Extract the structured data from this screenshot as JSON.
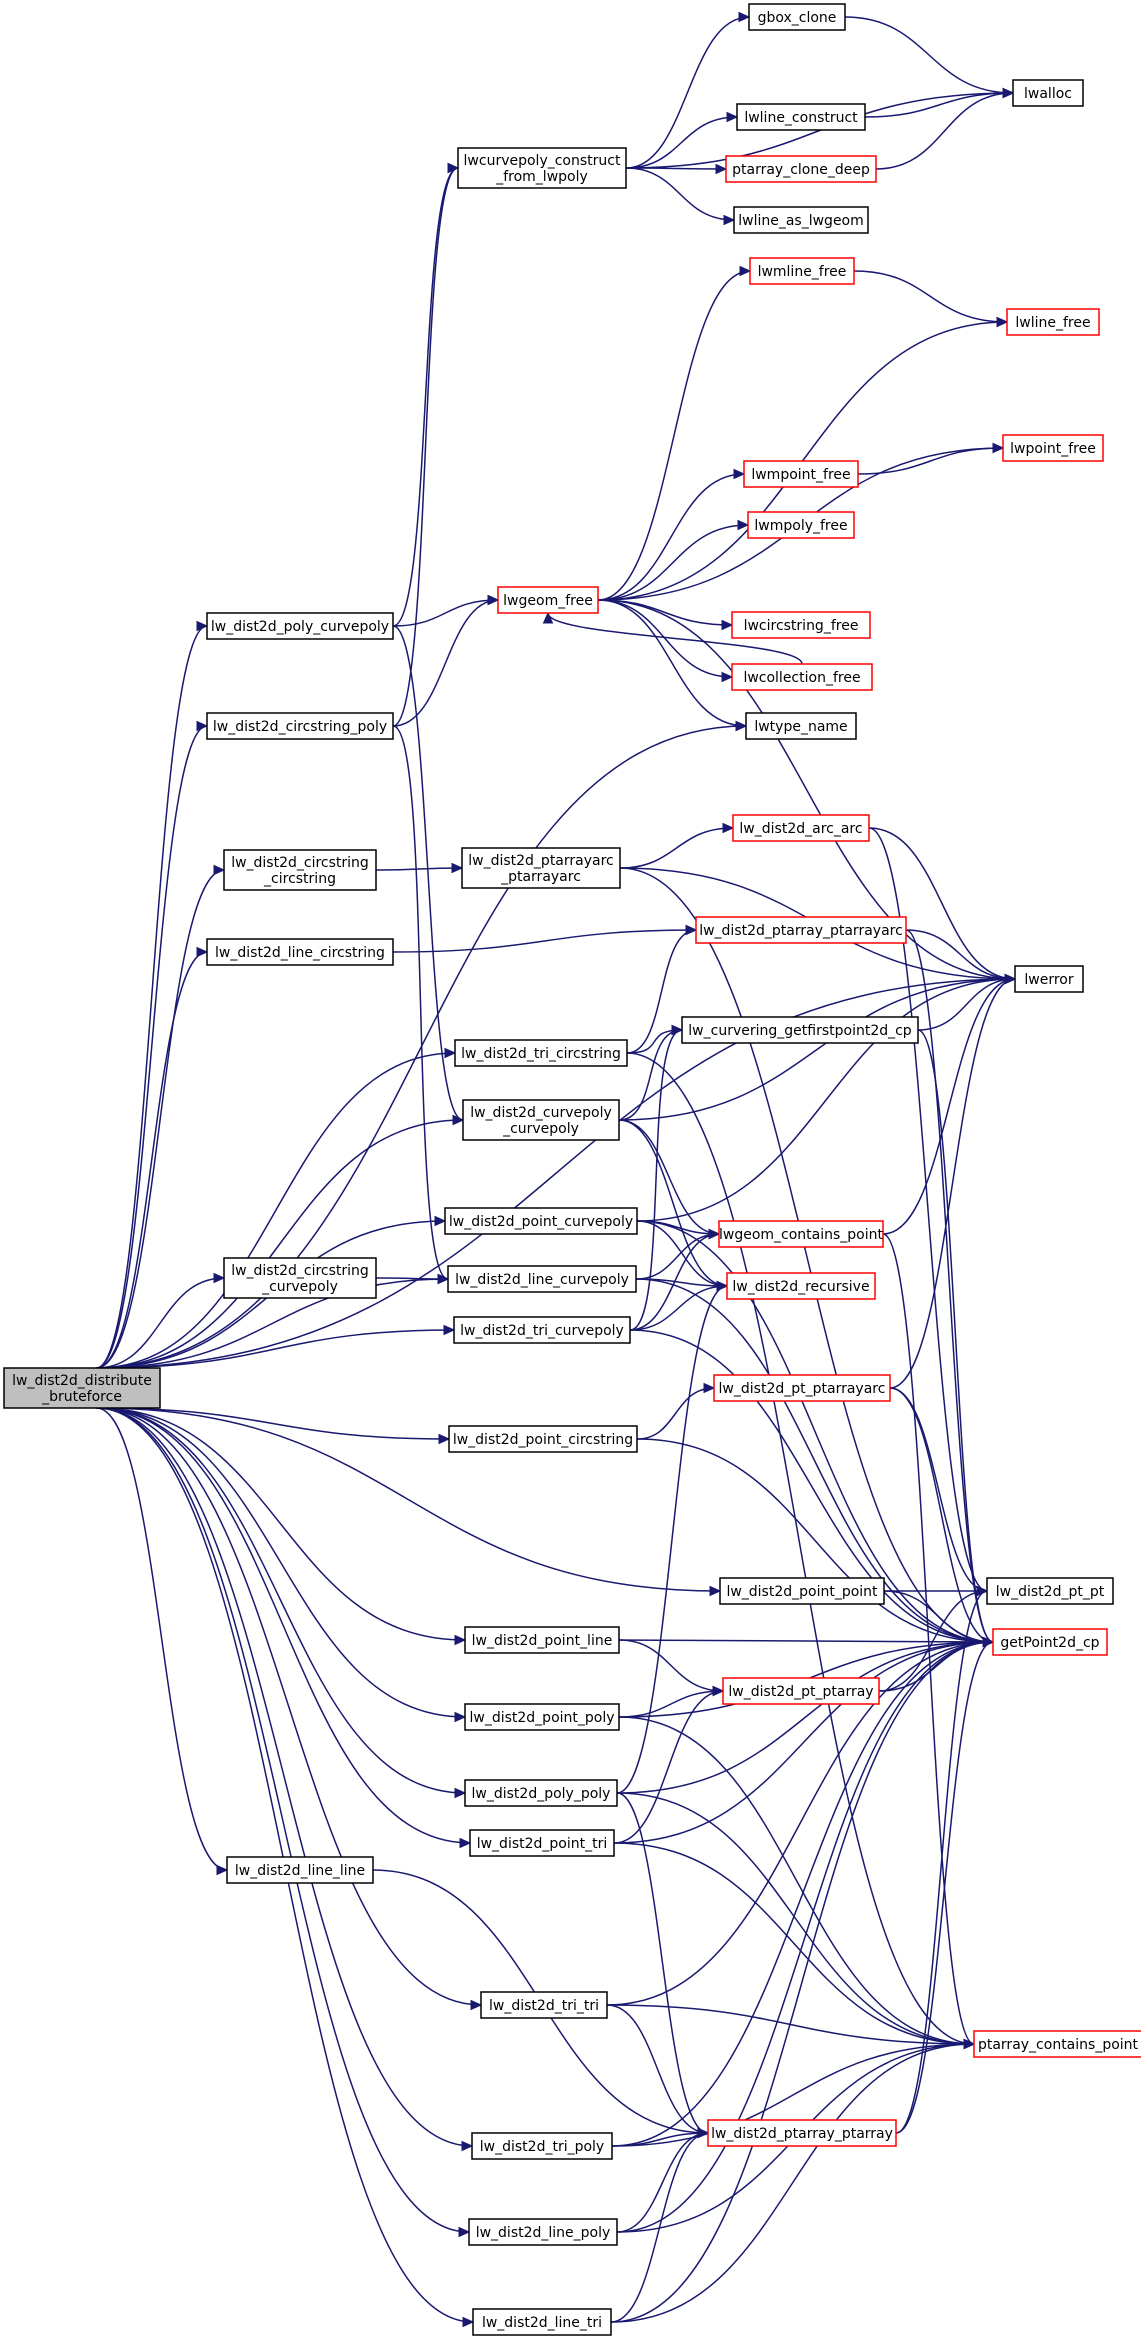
{
  "diagram": {
    "type": "call-graph",
    "edge_color": "#191970",
    "border_colors": {
      "normal": "#000000",
      "truncated": "#ff0000"
    },
    "root_fill": "#bfbfbf",
    "nodes": {
      "root": {
        "lines": [
          "lw_dist2d_distribute",
          "_bruteforce"
        ]
      },
      "gbox_clone": {
        "lines": [
          "gbox_clone"
        ]
      },
      "lwalloc": {
        "lines": [
          "lwalloc"
        ]
      },
      "lwline_construct": {
        "lines": [
          "lwline_construct"
        ]
      },
      "lwcurvepoly_construct": {
        "lines": [
          "lwcurvepoly_construct",
          "_from_lwpoly"
        ]
      },
      "ptarray_clone_deep": {
        "lines": [
          "ptarray_clone_deep"
        ]
      },
      "lwline_as_lwgeom": {
        "lines": [
          "lwline_as_lwgeom"
        ]
      },
      "lwmline_free": {
        "lines": [
          "lwmline_free"
        ]
      },
      "lwline_free": {
        "lines": [
          "lwline_free"
        ]
      },
      "lwpoint_free": {
        "lines": [
          "lwpoint_free"
        ]
      },
      "lwmpoint_free": {
        "lines": [
          "lwmpoint_free"
        ]
      },
      "lwmpoly_free": {
        "lines": [
          "lwmpoly_free"
        ]
      },
      "lwgeom_free": {
        "lines": [
          "lwgeom_free"
        ]
      },
      "lw_dist2d_poly_curvepoly": {
        "lines": [
          "lw_dist2d_poly_curvepoly"
        ]
      },
      "lwcircstring_free": {
        "lines": [
          "lwcircstring_free"
        ]
      },
      "lwcollection_free": {
        "lines": [
          "lwcollection_free"
        ]
      },
      "lw_dist2d_circstring_poly": {
        "lines": [
          "lw_dist2d_circstring_poly"
        ]
      },
      "lwtype_name": {
        "lines": [
          "lwtype_name"
        ]
      },
      "lw_dist2d_arc_arc": {
        "lines": [
          "lw_dist2d_arc_arc"
        ]
      },
      "lw_dist2d_circstring_circstring": {
        "lines": [
          "lw_dist2d_circstring",
          "_circstring"
        ]
      },
      "lw_dist2d_ptarrayarc_ptarrayarc": {
        "lines": [
          "lw_dist2d_ptarrayarc",
          "_ptarrayarc"
        ]
      },
      "lw_dist2d_line_circstring": {
        "lines": [
          "lw_dist2d_line_circstring"
        ]
      },
      "lw_dist2d_ptarray_ptarrayarc": {
        "lines": [
          "lw_dist2d_ptarray_ptarrayarc"
        ]
      },
      "lwerror": {
        "lines": [
          "lwerror"
        ]
      },
      "lw_dist2d_tri_circstring": {
        "lines": [
          "lw_dist2d_tri_circstring"
        ]
      },
      "lw_curvering_getfirstpoint2d_cp": {
        "lines": [
          "lw_curvering_getfirstpoint2d_cp"
        ]
      },
      "lw_dist2d_curvepoly_curvepoly": {
        "lines": [
          "lw_dist2d_curvepoly",
          "_curvepoly"
        ]
      },
      "lw_dist2d_point_curvepoly": {
        "lines": [
          "lw_dist2d_point_curvepoly"
        ]
      },
      "lwgeom_contains_point": {
        "lines": [
          "lwgeom_contains_point"
        ]
      },
      "lw_dist2d_circstring_curvepoly": {
        "lines": [
          "lw_dist2d_circstring",
          "_curvepoly"
        ]
      },
      "lw_dist2d_line_curvepoly": {
        "lines": [
          "lw_dist2d_line_curvepoly"
        ]
      },
      "lw_dist2d_recursive": {
        "lines": [
          "lw_dist2d_recursive"
        ]
      },
      "lw_dist2d_tri_curvepoly": {
        "lines": [
          "lw_dist2d_tri_curvepoly"
        ]
      },
      "lw_dist2d_pt_ptarrayarc": {
        "lines": [
          "lw_dist2d_pt_ptarrayarc"
        ]
      },
      "lw_dist2d_point_circstring": {
        "lines": [
          "lw_dist2d_point_circstring"
        ]
      },
      "lw_dist2d_point_point": {
        "lines": [
          "lw_dist2d_point_point"
        ]
      },
      "lw_dist2d_pt_pt": {
        "lines": [
          "lw_dist2d_pt_pt"
        ]
      },
      "lw_dist2d_point_line": {
        "lines": [
          "lw_dist2d_point_line"
        ]
      },
      "getPoint2d_cp": {
        "lines": [
          "getPoint2d_cp"
        ]
      },
      "lw_dist2d_point_poly": {
        "lines": [
          "lw_dist2d_point_poly"
        ]
      },
      "lw_dist2d_pt_ptarray": {
        "lines": [
          "lw_dist2d_pt_ptarray"
        ]
      },
      "lw_dist2d_poly_poly": {
        "lines": [
          "lw_dist2d_poly_poly"
        ]
      },
      "lw_dist2d_point_tri": {
        "lines": [
          "lw_dist2d_point_tri"
        ]
      },
      "lw_dist2d_line_line": {
        "lines": [
          "lw_dist2d_line_line"
        ]
      },
      "lw_dist2d_tri_tri": {
        "lines": [
          "lw_dist2d_tri_tri"
        ]
      },
      "ptarray_contains_point": {
        "lines": [
          "ptarray_contains_point"
        ]
      },
      "lw_dist2d_tri_poly": {
        "lines": [
          "lw_dist2d_tri_poly"
        ]
      },
      "lw_dist2d_ptarray_ptarray": {
        "lines": [
          "lw_dist2d_ptarray_ptarray"
        ]
      },
      "lw_dist2d_line_poly": {
        "lines": [
          "lw_dist2d_line_poly"
        ]
      },
      "lw_dist2d_line_tri": {
        "lines": [
          "lw_dist2d_line_tri"
        ]
      }
    },
    "edges": [
      [
        "root",
        "lw_dist2d_poly_curvepoly"
      ],
      [
        "root",
        "lw_dist2d_circstring_poly"
      ],
      [
        "root",
        "lw_dist2d_circstring_circstring"
      ],
      [
        "root",
        "lw_dist2d_line_circstring"
      ],
      [
        "root",
        "lw_dist2d_tri_circstring"
      ],
      [
        "root",
        "lw_dist2d_curvepoly_curvepoly"
      ],
      [
        "root",
        "lw_dist2d_point_curvepoly"
      ],
      [
        "root",
        "lw_dist2d_circstring_curvepoly"
      ],
      [
        "root",
        "lw_dist2d_line_curvepoly"
      ],
      [
        "root",
        "lw_dist2d_tri_curvepoly"
      ],
      [
        "root",
        "lw_dist2d_point_circstring"
      ],
      [
        "root",
        "lw_dist2d_point_point"
      ],
      [
        "root",
        "lw_dist2d_point_line"
      ],
      [
        "root",
        "lw_dist2d_point_poly"
      ],
      [
        "root",
        "lw_dist2d_poly_poly"
      ],
      [
        "root",
        "lw_dist2d_point_tri"
      ],
      [
        "root",
        "lw_dist2d_line_line"
      ],
      [
        "root",
        "lw_dist2d_tri_tri"
      ],
      [
        "root",
        "lw_dist2d_tri_poly"
      ],
      [
        "root",
        "lw_dist2d_line_poly"
      ],
      [
        "root",
        "lw_dist2d_line_tri"
      ],
      [
        "root",
        "lwerror"
      ],
      [
        "root",
        "lwtype_name"
      ],
      [
        "lwcurvepoly_construct",
        "gbox_clone"
      ],
      [
        "lwcurvepoly_construct",
        "lwalloc"
      ],
      [
        "lwcurvepoly_construct",
        "lwline_construct"
      ],
      [
        "lwcurvepoly_construct",
        "ptarray_clone_deep"
      ],
      [
        "lwcurvepoly_construct",
        "lwline_as_lwgeom"
      ],
      [
        "gbox_clone",
        "lwalloc"
      ],
      [
        "lwline_construct",
        "lwalloc"
      ],
      [
        "ptarray_clone_deep",
        "lwalloc"
      ],
      [
        "lw_dist2d_poly_curvepoly",
        "lwcurvepoly_construct"
      ],
      [
        "lw_dist2d_poly_curvepoly",
        "lwgeom_free"
      ],
      [
        "lw_dist2d_poly_curvepoly",
        "lw_dist2d_curvepoly_curvepoly"
      ],
      [
        "lw_dist2d_circstring_poly",
        "lwcurvepoly_construct"
      ],
      [
        "lw_dist2d_circstring_poly",
        "lwgeom_free"
      ],
      [
        "lw_dist2d_circstring_poly",
        "lw_dist2d_line_curvepoly"
      ],
      [
        "lwgeom_free",
        "lwmline_free"
      ],
      [
        "lwgeom_free",
        "lwline_free"
      ],
      [
        "lwgeom_free",
        "lwpoint_free"
      ],
      [
        "lwgeom_free",
        "lwmpoint_free"
      ],
      [
        "lwgeom_free",
        "lwmpoly_free"
      ],
      [
        "lwgeom_free",
        "lwcircstring_free"
      ],
      [
        "lwgeom_free",
        "lwcollection_free"
      ],
      [
        "lwgeom_free",
        "lwtype_name"
      ],
      [
        "lwgeom_free",
        "lwerror"
      ],
      [
        "lwmline_free",
        "lwline_free"
      ],
      [
        "lwmpoint_free",
        "lwpoint_free"
      ],
      [
        "lwcollection_free",
        "lwgeom_free"
      ],
      [
        "lw_dist2d_circstring_circstring",
        "lw_dist2d_ptarrayarc_ptarrayarc"
      ],
      [
        "lw_dist2d_ptarrayarc_ptarrayarc",
        "lw_dist2d_arc_arc"
      ],
      [
        "lw_dist2d_ptarrayarc_ptarrayarc",
        "lwerror"
      ],
      [
        "lw_dist2d_ptarrayarc_ptarrayarc",
        "getPoint2d_cp"
      ],
      [
        "lw_dist2d_arc_arc",
        "lwerror"
      ],
      [
        "lw_dist2d_arc_arc",
        "lw_dist2d_pt_pt"
      ],
      [
        "lw_dist2d_line_circstring",
        "lw_dist2d_ptarray_ptarrayarc"
      ],
      [
        "lw_dist2d_ptarray_ptarrayarc",
        "lwerror"
      ],
      [
        "lw_dist2d_ptarray_ptarrayarc",
        "getPoint2d_cp"
      ],
      [
        "lw_dist2d_tri_circstring",
        "lw_dist2d_ptarray_ptarrayarc"
      ],
      [
        "lw_dist2d_tri_circstring",
        "lw_curvering_getfirstpoint2d_cp"
      ],
      [
        "lw_dist2d_tri_circstring",
        "ptarray_contains_point"
      ],
      [
        "lw_curvering_getfirstpoint2d_cp",
        "lwerror"
      ],
      [
        "lw_curvering_getfirstpoint2d_cp",
        "getPoint2d_cp"
      ],
      [
        "lw_dist2d_curvepoly_curvepoly",
        "lw_curvering_getfirstpoint2d_cp"
      ],
      [
        "lw_dist2d_curvepoly_curvepoly",
        "lwerror"
      ],
      [
        "lw_dist2d_curvepoly_curvepoly",
        "lwgeom_contains_point"
      ],
      [
        "lw_dist2d_curvepoly_curvepoly",
        "lw_dist2d_recursive"
      ],
      [
        "lw_dist2d_point_curvepoly",
        "lwerror"
      ],
      [
        "lw_dist2d_point_curvepoly",
        "lwgeom_contains_point"
      ],
      [
        "lw_dist2d_point_curvepoly",
        "lw_dist2d_recursive"
      ],
      [
        "lw_dist2d_point_curvepoly",
        "getPoint2d_cp"
      ],
      [
        "lw_dist2d_circstring_curvepoly",
        "lw_dist2d_line_curvepoly"
      ],
      [
        "lw_dist2d_line_curvepoly",
        "lwgeom_contains_point"
      ],
      [
        "lw_dist2d_line_curvepoly",
        "lw_dist2d_recursive"
      ],
      [
        "lw_dist2d_line_curvepoly",
        "getPoint2d_cp"
      ],
      [
        "lw_dist2d_tri_curvepoly",
        "lw_curvering_getfirstpoint2d_cp"
      ],
      [
        "lw_dist2d_tri_curvepoly",
        "lwgeom_contains_point"
      ],
      [
        "lw_dist2d_tri_curvepoly",
        "lw_dist2d_recursive"
      ],
      [
        "lw_dist2d_tri_curvepoly",
        "getPoint2d_cp"
      ],
      [
        "lwgeom_contains_point",
        "lwerror"
      ],
      [
        "lwgeom_contains_point",
        "ptarray_contains_point"
      ],
      [
        "lw_dist2d_point_circstring",
        "lw_dist2d_pt_ptarrayarc"
      ],
      [
        "lw_dist2d_point_circstring",
        "getPoint2d_cp"
      ],
      [
        "lw_dist2d_pt_ptarrayarc",
        "lwerror"
      ],
      [
        "lw_dist2d_pt_ptarrayarc",
        "lw_dist2d_pt_pt"
      ],
      [
        "lw_dist2d_pt_ptarrayarc",
        "getPoint2d_cp"
      ],
      [
        "lw_dist2d_point_point",
        "lw_dist2d_pt_pt"
      ],
      [
        "lw_dist2d_point_point",
        "getPoint2d_cp"
      ],
      [
        "lw_dist2d_point_line",
        "getPoint2d_cp"
      ],
      [
        "lw_dist2d_point_line",
        "lw_dist2d_pt_ptarray"
      ],
      [
        "lw_dist2d_pt_ptarray",
        "lw_dist2d_pt_pt"
      ],
      [
        "lw_dist2d_pt_ptarray",
        "getPoint2d_cp"
      ],
      [
        "lw_dist2d_point_poly",
        "lw_dist2d_pt_ptarray"
      ],
      [
        "lw_dist2d_point_poly",
        "getPoint2d_cp"
      ],
      [
        "lw_dist2d_point_poly",
        "ptarray_contains_point"
      ],
      [
        "lw_dist2d_poly_poly",
        "lw_dist2d_recursive"
      ],
      [
        "lw_dist2d_poly_poly",
        "getPoint2d_cp"
      ],
      [
        "lw_dist2d_poly_poly",
        "lw_dist2d_ptarray_ptarray"
      ],
      [
        "lw_dist2d_poly_poly",
        "ptarray_contains_point"
      ],
      [
        "lw_dist2d_point_tri",
        "lw_dist2d_pt_ptarray"
      ],
      [
        "lw_dist2d_point_tri",
        "getPoint2d_cp"
      ],
      [
        "lw_dist2d_point_tri",
        "ptarray_contains_point"
      ],
      [
        "lw_dist2d_line_line",
        "lw_dist2d_ptarray_ptarray"
      ],
      [
        "lw_dist2d_tri_tri",
        "lw_dist2d_ptarray_ptarray"
      ],
      [
        "lw_dist2d_tri_tri",
        "ptarray_contains_point"
      ],
      [
        "lw_dist2d_tri_tri",
        "getPoint2d_cp"
      ],
      [
        "lw_dist2d_ptarray_ptarray",
        "lw_dist2d_pt_pt"
      ],
      [
        "lw_dist2d_ptarray_ptarray",
        "getPoint2d_cp"
      ],
      [
        "lw_dist2d_tri_poly",
        "lw_dist2d_ptarray_ptarray"
      ],
      [
        "lw_dist2d_tri_poly",
        "getPoint2d_cp"
      ],
      [
        "lw_dist2d_tri_poly",
        "ptarray_contains_point"
      ],
      [
        "lw_dist2d_line_poly",
        "lw_dist2d_ptarray_ptarray"
      ],
      [
        "lw_dist2d_line_poly",
        "getPoint2d_cp"
      ],
      [
        "lw_dist2d_line_poly",
        "ptarray_contains_point"
      ],
      [
        "lw_dist2d_line_tri",
        "lw_dist2d_ptarray_ptarray"
      ],
      [
        "lw_dist2d_line_tri",
        "getPoint2d_cp"
      ],
      [
        "lw_dist2d_line_tri",
        "ptarray_contains_point"
      ]
    ]
  }
}
